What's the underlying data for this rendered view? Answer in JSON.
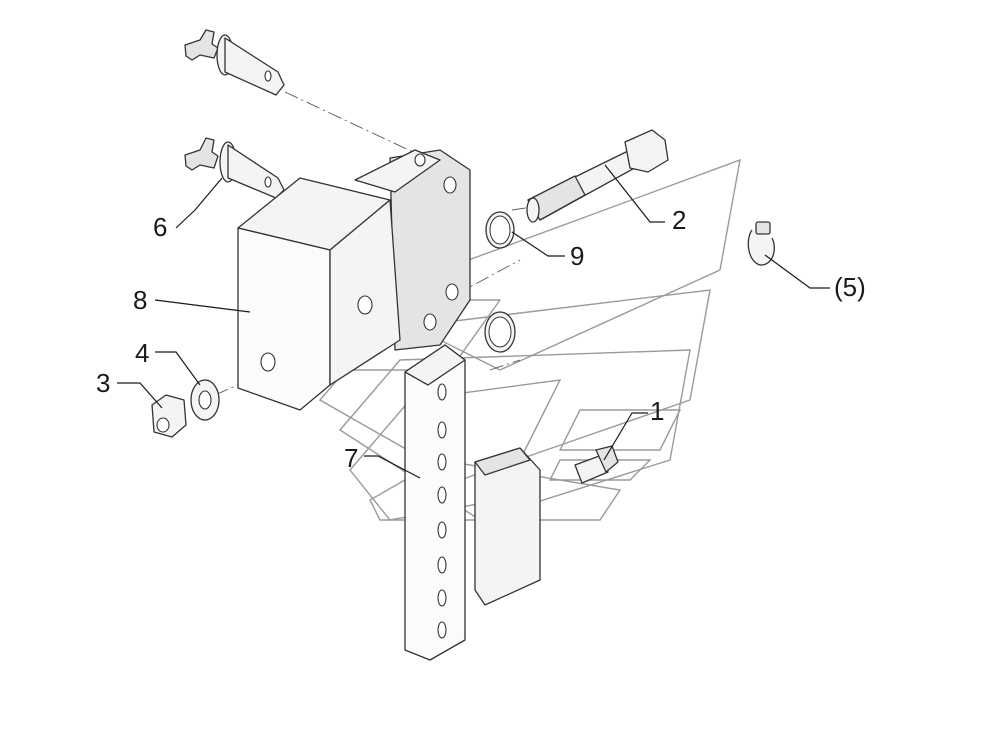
{
  "diagram": {
    "callouts": [
      {
        "id": "c1",
        "label": "1"
      },
      {
        "id": "c2",
        "label": "2"
      },
      {
        "id": "c3",
        "label": "3"
      },
      {
        "id": "c4",
        "label": "4"
      },
      {
        "id": "c5",
        "label": "(5)"
      },
      {
        "id": "c6",
        "label": "6"
      },
      {
        "id": "c7",
        "label": "7"
      },
      {
        "id": "c8",
        "label": "8"
      },
      {
        "id": "c9",
        "label": "9"
      }
    ]
  }
}
